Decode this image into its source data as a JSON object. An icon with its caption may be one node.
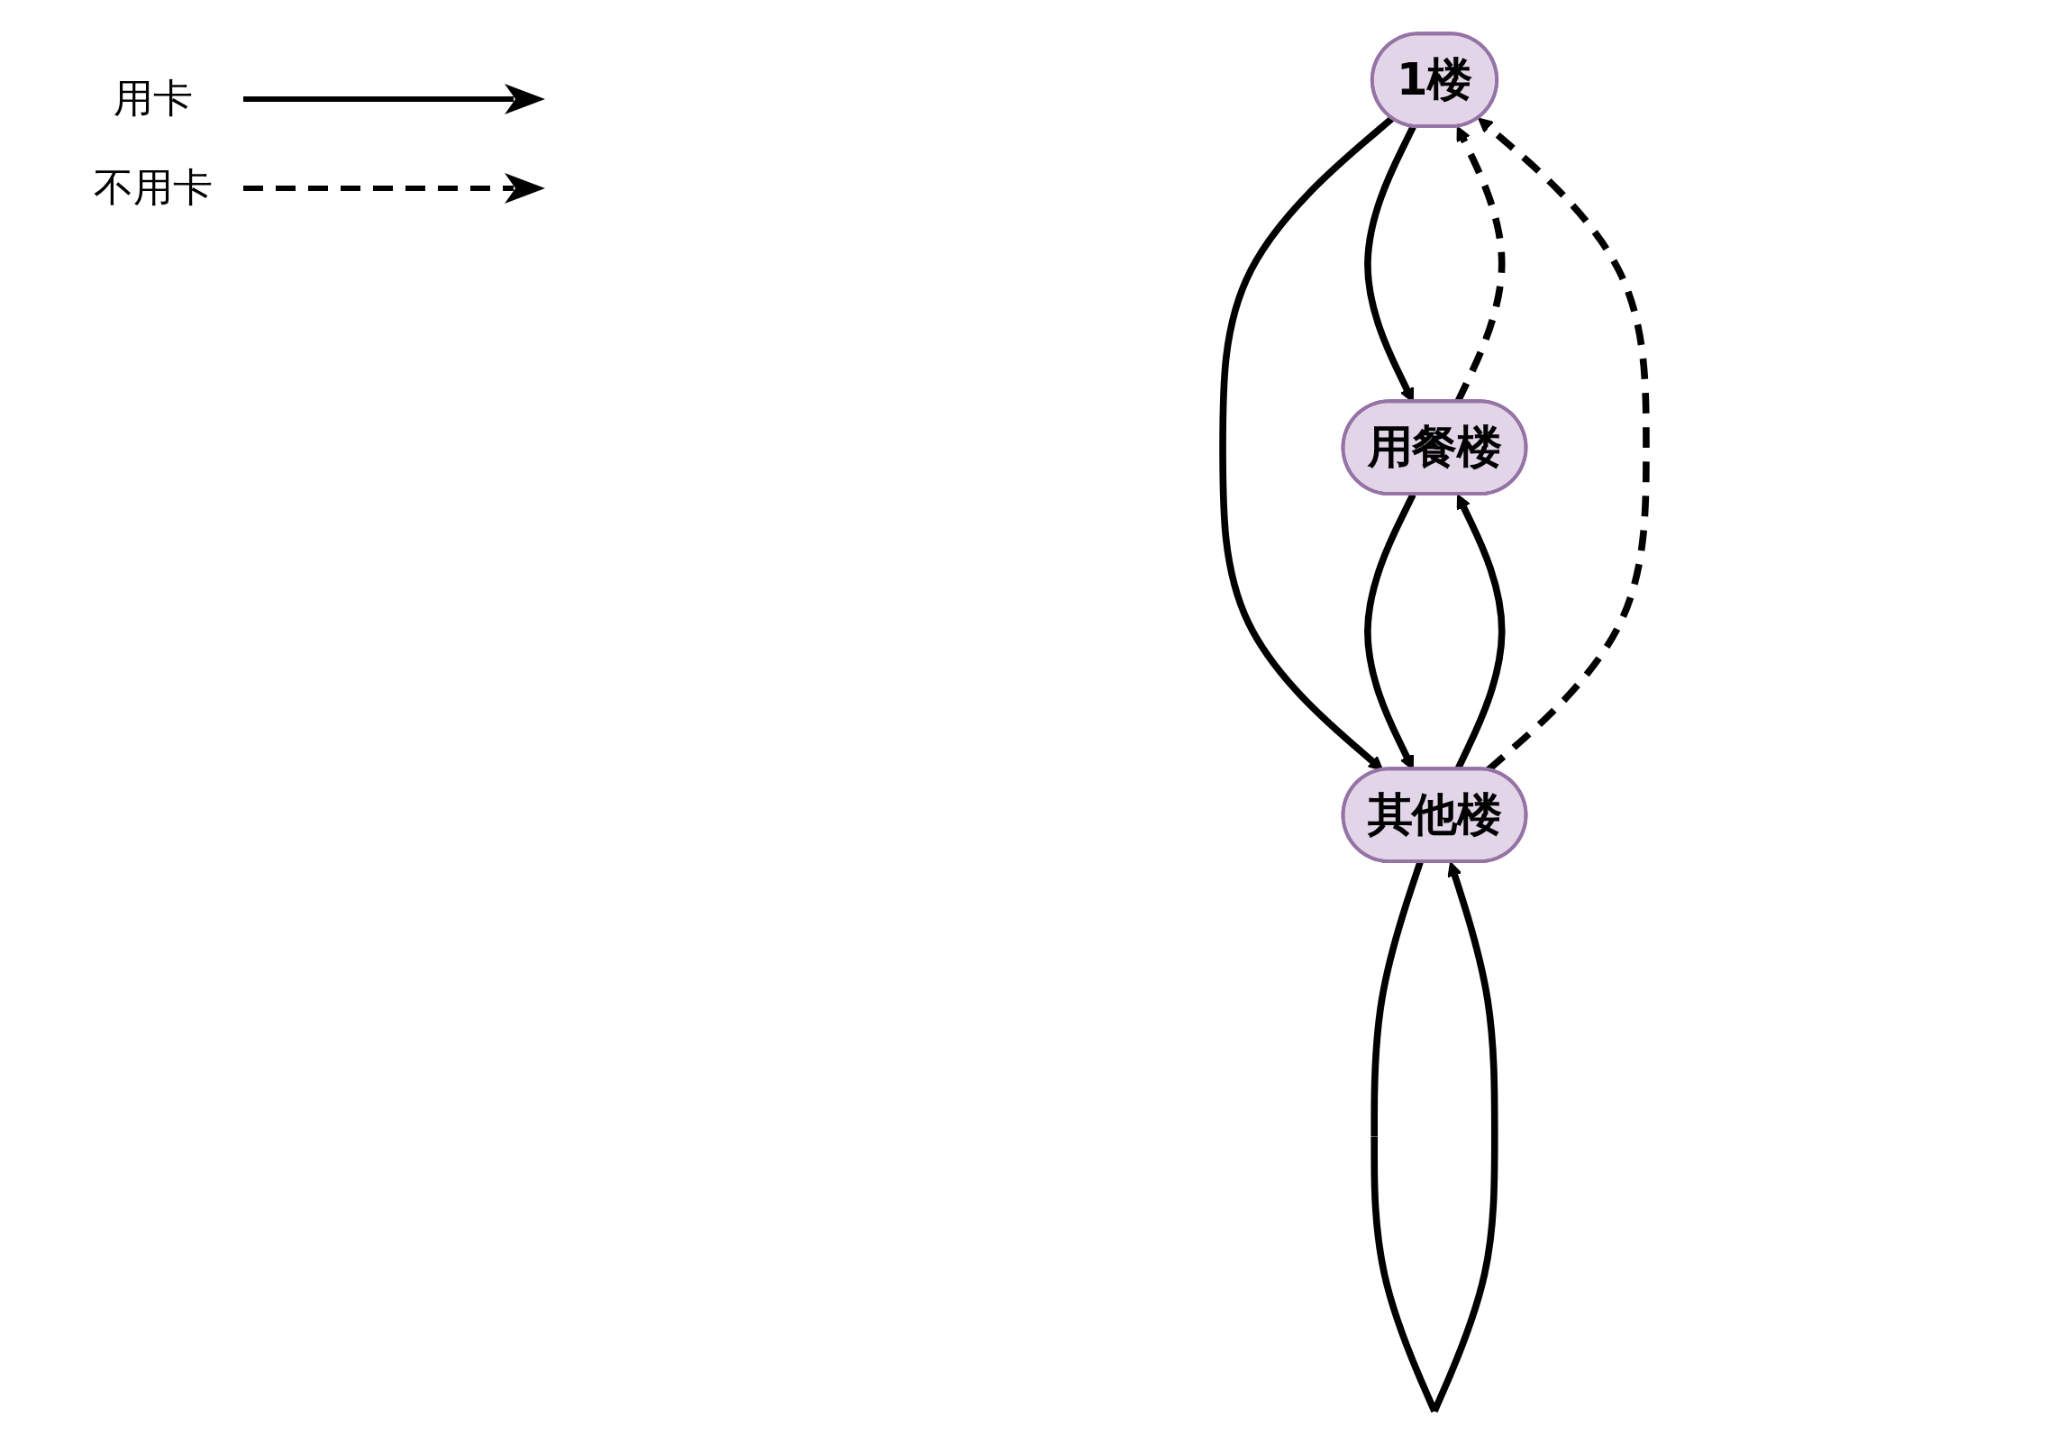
{
  "diagram": {
    "nodes": [
      {
        "text": [
          "1楼"
        ]
      },
      {
        "text": [
          "用餐楼"
        ]
      },
      {
        "text": [
          "其他楼"
        ]
      }
    ],
    "edges": [
      {
        "from": 0,
        "to": 1,
        "arrow": "to"
      },
      {
        "from": 0,
        "to": 2,
        "arrow": "to"
      },
      {
        "from": 2,
        "to": 1,
        "arrow": "to"
      },
      {
        "from": 1,
        "to": 2,
        "arrow": "to"
      },
      {
        "from": 2,
        "to": 2,
        "arrow": "to"
      },
      {
        "from": 1,
        "to": 0,
        "arrow": "to",
        "style": "dashed"
      },
      {
        "from": 2,
        "to": 0,
        "arrow": "to",
        "style": "dashed"
      }
    ],
    "legend": [
      {
        "text": "用卡"
      },
      {
        "text": "不用卡"
      }
    ]
  }
}
